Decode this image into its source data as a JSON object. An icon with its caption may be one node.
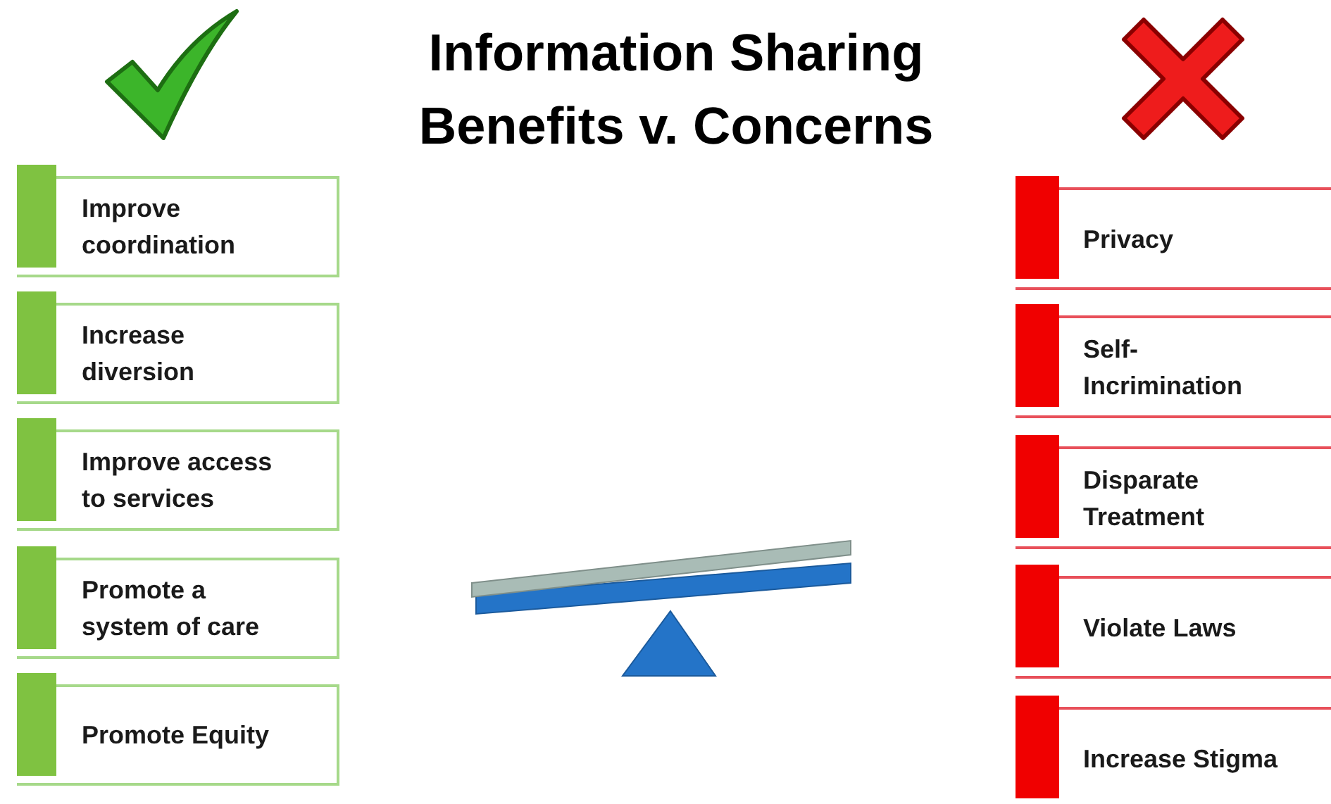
{
  "diagram": {
    "title": "Information Sharing Benefits v. Concerns",
    "nodes": [
      {
        "text": [],
        "shape": "bar"
      },
      {
        "text": [
          "Improve coordination"
        ]
      },
      {
        "text": [],
        "shape": "bar"
      },
      {
        "text": [
          "Increase diversion"
        ]
      },
      {
        "text": [],
        "shape": "bar"
      },
      {
        "text": [
          "Improve access to services"
        ]
      },
      {
        "text": [],
        "shape": "bar"
      },
      {
        "text": [
          "Promote a system of care"
        ]
      },
      {
        "text": [],
        "shape": "bar"
      },
      {
        "text": [
          "Promote Equity"
        ]
      },
      {
        "text": [],
        "shape": "bar"
      },
      {
        "text": [
          "Privacy"
        ]
      },
      {
        "text": [],
        "shape": "bar"
      },
      {
        "text": [
          "Self- Incrimination"
        ]
      },
      {
        "text": [],
        "shape": "bar"
      },
      {
        "text": [
          "Disparate Treatment"
        ]
      },
      {
        "text": [],
        "shape": "bar"
      },
      {
        "text": [
          "Violate Laws"
        ]
      },
      {
        "text": [],
        "shape": "bar"
      },
      {
        "text": [
          "Increase Stigma"
        ]
      }
    ]
  }
}
